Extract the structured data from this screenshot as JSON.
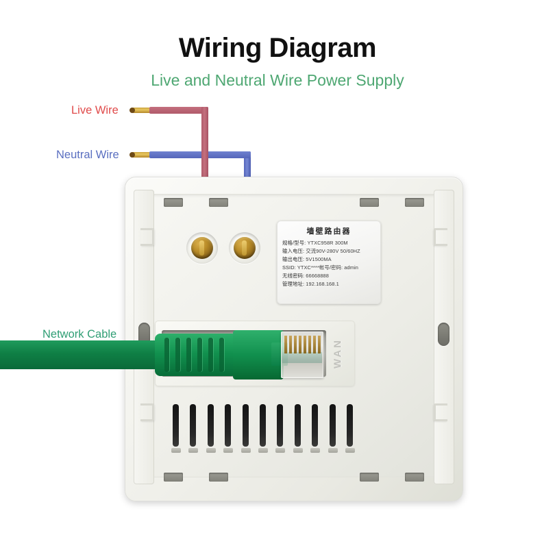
{
  "header": {
    "title": "Wiring Diagram",
    "subtitle": "Live and Neutral Wire Power Supply",
    "title_color": "#111111",
    "subtitle_color": "#4ea772"
  },
  "callouts": {
    "live_wire": {
      "label": "Live Wire",
      "color": "#e04a4a",
      "wire_color": "#b86070"
    },
    "neutral_wire": {
      "label": "Neutral Wire",
      "color": "#5a6fc0",
      "wire_color": "#6172c4"
    },
    "network_cable": {
      "label": "Network Cable",
      "color": "#2f9e74",
      "cable_color": "#0f8d4c"
    }
  },
  "device": {
    "port_label": "WAN",
    "body_color": "#f1f1ec",
    "terminal_count": 2,
    "vent_count": 11,
    "spec_label": {
      "title": "墙壁路由器",
      "rows": [
        {
          "key": "规格/型号:",
          "value": "YTXC958R 300M"
        },
        {
          "key": "输入电压:",
          "value": "交流90V-280V 50/60HZ"
        },
        {
          "key": "输出电压:",
          "value": "5V1500MA"
        },
        {
          "key": "SSID:",
          "value": "YTXC****帐号/密码: admin"
        },
        {
          "key": "无线密码:",
          "value": "66668888"
        },
        {
          "key": "管理地址:",
          "value": "192.168.168.1"
        }
      ]
    }
  }
}
